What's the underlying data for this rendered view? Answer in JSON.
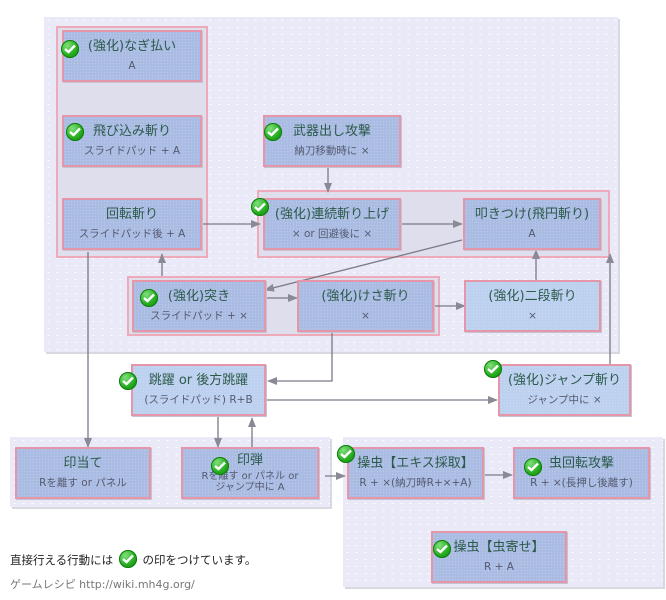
{
  "nodes": {
    "nagi": {
      "title": "(強化)なぎ払い",
      "input": "A",
      "direct": true
    },
    "tobikomi": {
      "title": "飛び込み斬り",
      "input": "スライドパッド + A",
      "direct": true
    },
    "kaiten": {
      "title": "回転斬り",
      "input": "スライドパッド後 + A",
      "direct": false
    },
    "bukidashi": {
      "title": "武器出し攻撃",
      "input": "納刀移動時に ×",
      "direct": true
    },
    "renzoku": {
      "title": "(強化)連続斬り上げ",
      "input": "× or 回避後に ×",
      "direct": true
    },
    "tatakitsuke": {
      "title": "叩きつけ(飛円斬り)",
      "input": "A",
      "direct": false
    },
    "tsuki": {
      "title": "(強化)突き",
      "input": "スライドパッド + ×",
      "direct": true
    },
    "kesa": {
      "title": "(強化)けさ斬り",
      "input": "×",
      "direct": false
    },
    "nidan": {
      "title": "(強化)二段斬り",
      "input": "×",
      "direct": false
    },
    "choyaku": {
      "title": "跳躍 or 後方跳躍",
      "input": "(スライドパッド) R+B",
      "direct": true
    },
    "jump": {
      "title": "(強化)ジャンプ斬り",
      "input": "ジャンプ中に ×",
      "direct": true
    },
    "shirushiate": {
      "title": "印当て",
      "input": "Rを離す or パネル",
      "direct": false
    },
    "indan": {
      "title": "印弾",
      "input_line1": "Rを離す or パネル or",
      "input_line2": "ジャンプ中に A",
      "direct": true
    },
    "ekisu": {
      "title": "操虫【エキス採取】",
      "input": "R + ×(納刀時R+×+A)",
      "direct": true
    },
    "mushikaiten": {
      "title": "虫回転攻撃",
      "input": "R + ×(長押し後離す)",
      "direct": true
    },
    "mushiyose": {
      "title": "操虫【虫寄せ】",
      "input": "R + A",
      "direct": true
    }
  },
  "legend": {
    "before": "直接行える行動には",
    "after": "の印をつけています。",
    "icon": "check-circle-icon"
  },
  "credit": "ゲームレシピ http://wiki.mh4g.org/",
  "colors": {
    "node_fill": "#a9bbe3",
    "node_border": "#e597a9",
    "check_green": "#21a81c",
    "title_text": "#2c5a4a",
    "arrow": "#7a7a88"
  }
}
